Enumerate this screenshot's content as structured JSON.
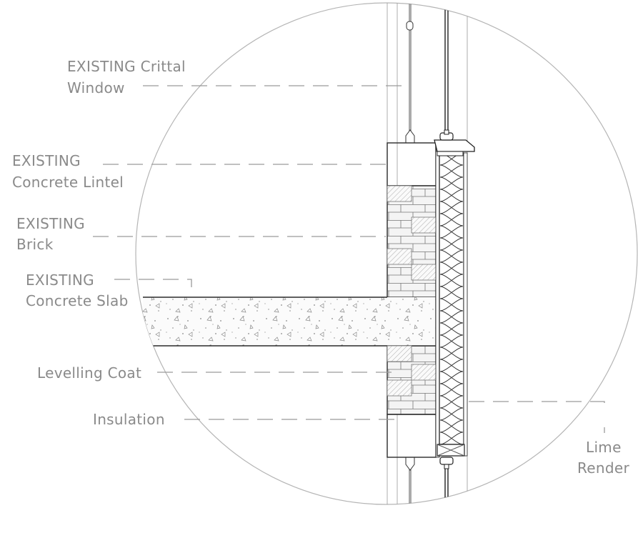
{
  "labels": {
    "window_l1": "EXISTING Crittal",
    "window_l2": "Window",
    "lintel_l1": "EXISTING",
    "lintel_l2": "Concrete Lintel",
    "brick_l1": "EXISTING",
    "brick_l2": "Brick",
    "slab_l1": "EXISTING",
    "slab_l2": "Concrete Slab",
    "levelling": "Levelling Coat",
    "insulation": "Insulation",
    "render_l1": "Lime",
    "render_l2": "Render"
  },
  "colors": {
    "label": "#8a8a8a",
    "leader": "#9a9a9a",
    "outline": "#2b2b2b",
    "circle": "#b5b5b5"
  }
}
